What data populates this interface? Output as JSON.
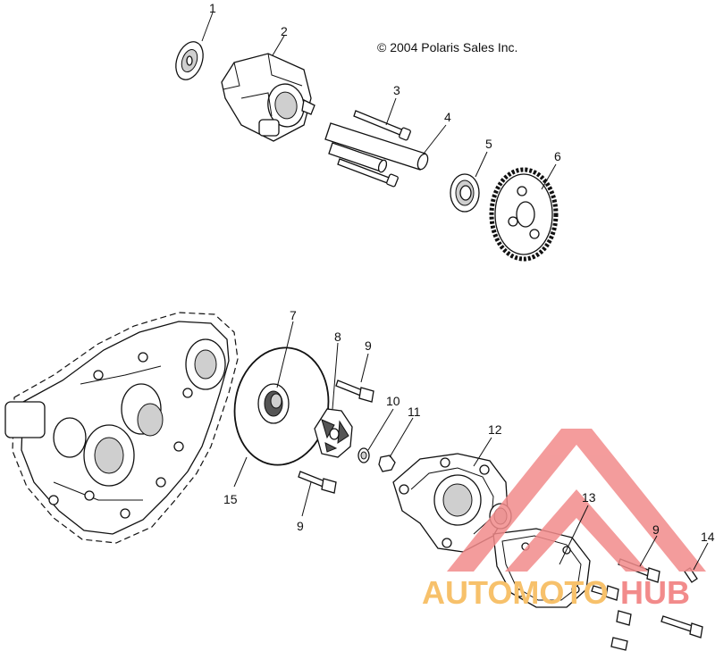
{
  "copyright": "© 2004 Polaris Sales Inc.",
  "callouts": [
    "1",
    "2",
    "3",
    "4",
    "5",
    "6",
    "7",
    "8",
    "9",
    "10",
    "11",
    "12",
    "13",
    "14",
    "15",
    "9",
    "9"
  ],
  "watermark": {
    "word_part1": "AUTOMOTO",
    "word_part2": "HUB",
    "color_primary": "#f28b8b",
    "color_secondary": "#f7c16b"
  }
}
